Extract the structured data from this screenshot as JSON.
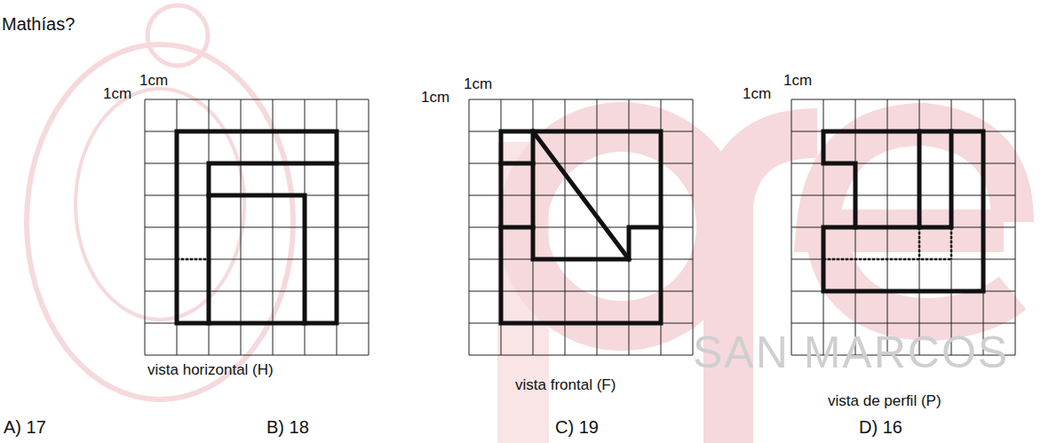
{
  "diagram": {
    "labels": [
      "Mathías?",
      "1cm",
      "1cm",
      "1cm",
      "1cm",
      "1cm",
      "1cm",
      "vista horizontal (H)",
      "vista frontal (F)",
      "vista de perfil (P)",
      "A) 17",
      "B) 18",
      "C) 19",
      "D) 16",
      "SAN MARCOS"
    ]
  }
}
